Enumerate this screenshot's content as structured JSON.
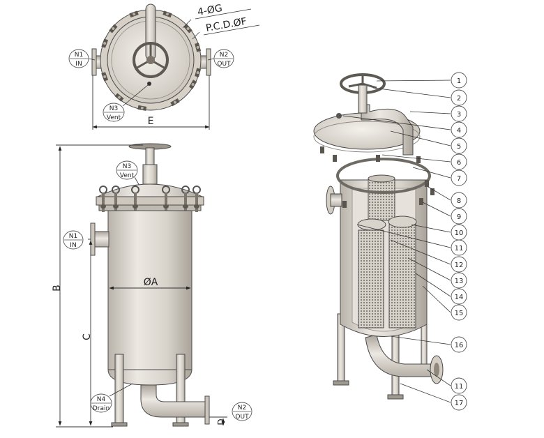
{
  "top_view": {
    "bolt_label": "4-ØG",
    "pcd_label": "P.C.D.ØF",
    "dim_e": "E",
    "n1": {
      "tag": "N1",
      "desc": "IN"
    },
    "n2": {
      "tag": "N2",
      "desc": "OUT"
    },
    "n3": {
      "tag": "N3",
      "desc": "Vent"
    }
  },
  "front_view": {
    "dim_a": "ØA",
    "dim_b": "B",
    "dim_c": "C",
    "dim_d": "D",
    "n1": {
      "tag": "N1",
      "desc": "IN"
    },
    "n2": {
      "tag": "N2",
      "desc": "OUT"
    },
    "n3": {
      "tag": "N3",
      "desc": "Vent"
    },
    "n4": {
      "tag": "N4",
      "desc": "Drain"
    }
  },
  "callouts": [
    "1",
    "2",
    "3",
    "4",
    "5",
    "6",
    "7",
    "8",
    "9",
    "10",
    "11",
    "12",
    "13",
    "14",
    "15",
    "16",
    "11",
    "17"
  ]
}
